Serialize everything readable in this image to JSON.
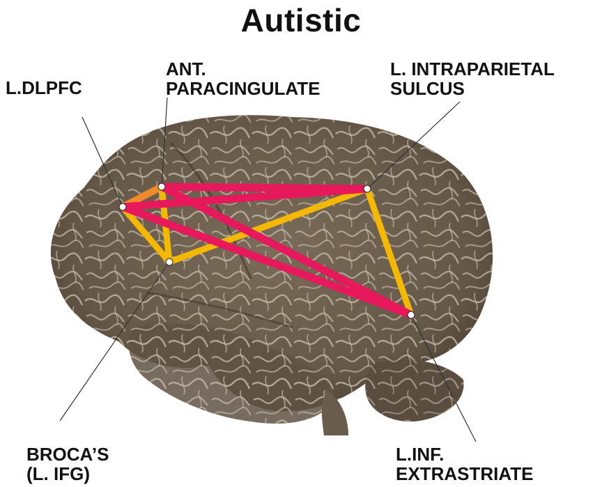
{
  "title": "Autistic",
  "labels": {
    "dlpfc": {
      "lines": [
        "L.DLPFC"
      ]
    },
    "paracingulate": {
      "lines": [
        "ANT.",
        "PARACINGULATE"
      ]
    },
    "intraparietal": {
      "lines": [
        "L. INTRAPARIETAL",
        "SULCUS"
      ]
    },
    "broca": {
      "lines": [
        "BROCA’S",
        "(L. IFG)"
      ]
    },
    "extrastriate": {
      "lines": [
        "L.INF.",
        "EXTRASTRIATE"
      ]
    }
  },
  "colors": {
    "strong_connection": "#e8185c",
    "moderate_connection": "#f5b800",
    "weak_connection": "#f08a2a",
    "brain": "#6f6152",
    "brain_highlight": "#b7a994",
    "node": "#ffffff"
  }
}
